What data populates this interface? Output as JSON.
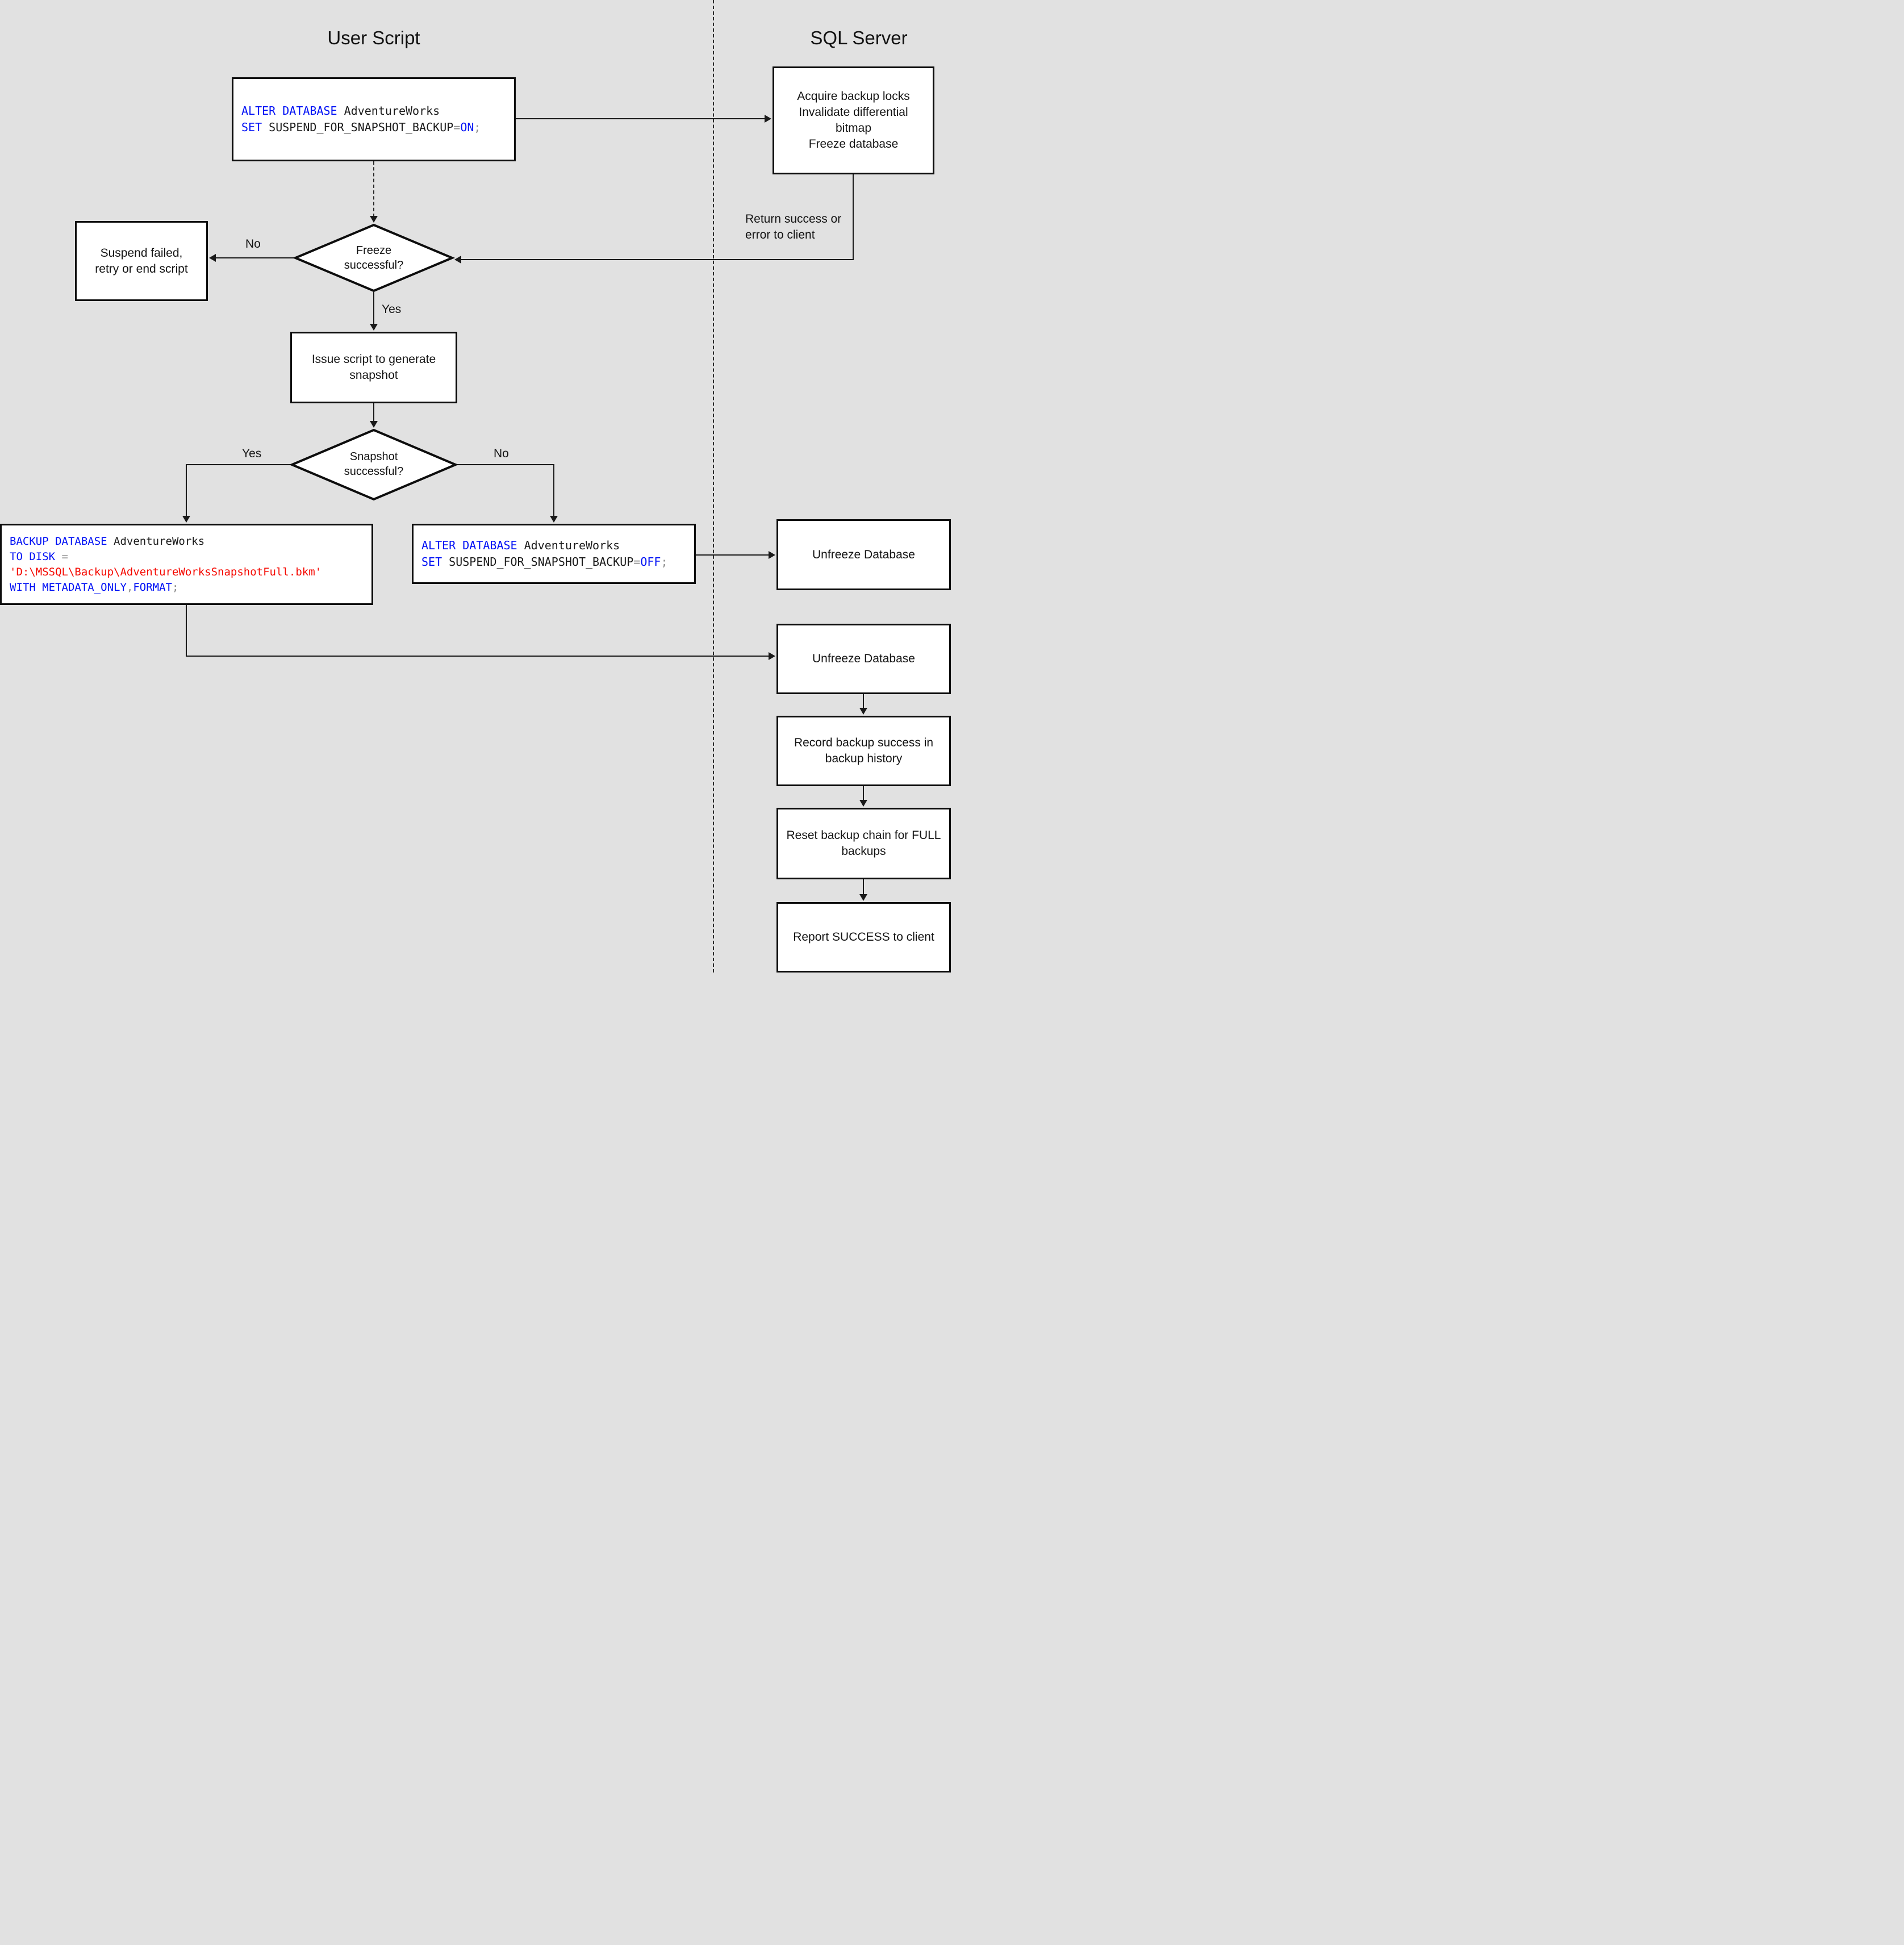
{
  "titles": {
    "left": "User Script",
    "right": "SQL Server"
  },
  "colors": {
    "background": "#e1e1e1",
    "box_fill": "#ffffff",
    "box_border": "#0d0d0d",
    "code_keyword": "#0010f5",
    "code_identifier": "#1a1a1a",
    "code_operator": "#8c8c8c",
    "code_string": "#f50800"
  },
  "nodes": {
    "code_suspend_on": {
      "lines": [
        [
          {
            "t": "ALTER DATABASE",
            "c": "kw"
          },
          {
            "t": " AdventureWorks",
            "c": "id"
          }
        ],
        [
          {
            "t": "SET",
            "c": "kw"
          },
          {
            "t": " SUSPEND_FOR_SNAPSHOT_BACKUP",
            "c": "id"
          },
          {
            "t": "=",
            "c": "op"
          },
          {
            "t": "ON",
            "c": "kw"
          },
          {
            "t": ";",
            "c": "op"
          }
        ]
      ]
    },
    "acquire": {
      "text": "Acquire backup locks\nInvalidate differential\nbitmap\nFreeze database"
    },
    "suspend_failed": {
      "text": "Suspend failed,\nretry or end script"
    },
    "freeze_question": {
      "text": "Freeze\nsuccessful?"
    },
    "issue_script": {
      "text": "Issue script to generate\nsnapshot"
    },
    "snapshot_question": {
      "text": "Snapshot\nsuccessful?"
    },
    "code_backup": {
      "lines": [
        [
          {
            "t": "BACKUP DATABASE",
            "c": "kw"
          },
          {
            "t": " AdventureWorks",
            "c": "id"
          }
        ],
        [
          {
            "t": "TO DISK",
            "c": "kw"
          },
          {
            "t": " ",
            "c": "id"
          },
          {
            "t": "=",
            "c": "op"
          }
        ],
        [
          {
            "t": "'D:\\MSSQL\\Backup\\AdventureWorksSnapshotFull.bkm'",
            "c": "str"
          }
        ],
        [
          {
            "t": "WITH METADATA_ONLY",
            "c": "kw"
          },
          {
            "t": ",",
            "c": "op"
          },
          {
            "t": "FORMAT",
            "c": "kw"
          },
          {
            "t": ";",
            "c": "op"
          }
        ]
      ]
    },
    "code_suspend_off": {
      "lines": [
        [
          {
            "t": "ALTER DATABASE",
            "c": "kw"
          },
          {
            "t": " AdventureWorks",
            "c": "id"
          }
        ],
        [
          {
            "t": "SET",
            "c": "kw"
          },
          {
            "t": " SUSPEND_FOR_SNAPSHOT_BACKUP",
            "c": "id"
          },
          {
            "t": "=",
            "c": "op"
          },
          {
            "t": "OFF",
            "c": "kw"
          },
          {
            "t": ";",
            "c": "op"
          }
        ]
      ]
    },
    "unfreeze_1": {
      "text": "Unfreeze Database"
    },
    "unfreeze_2": {
      "text": "Unfreeze Database"
    },
    "record_history": {
      "text": "Record backup success in\nbackup history"
    },
    "reset_chain": {
      "text": "Reset backup chain for FULL\nbackups"
    },
    "report_success": {
      "text": "Report SUCCESS to client"
    }
  },
  "labels": {
    "return_note": "Return success or\nerror to client",
    "freeze_no": "No",
    "freeze_yes": "Yes",
    "snapshot_yes": "Yes",
    "snapshot_no": "No"
  }
}
